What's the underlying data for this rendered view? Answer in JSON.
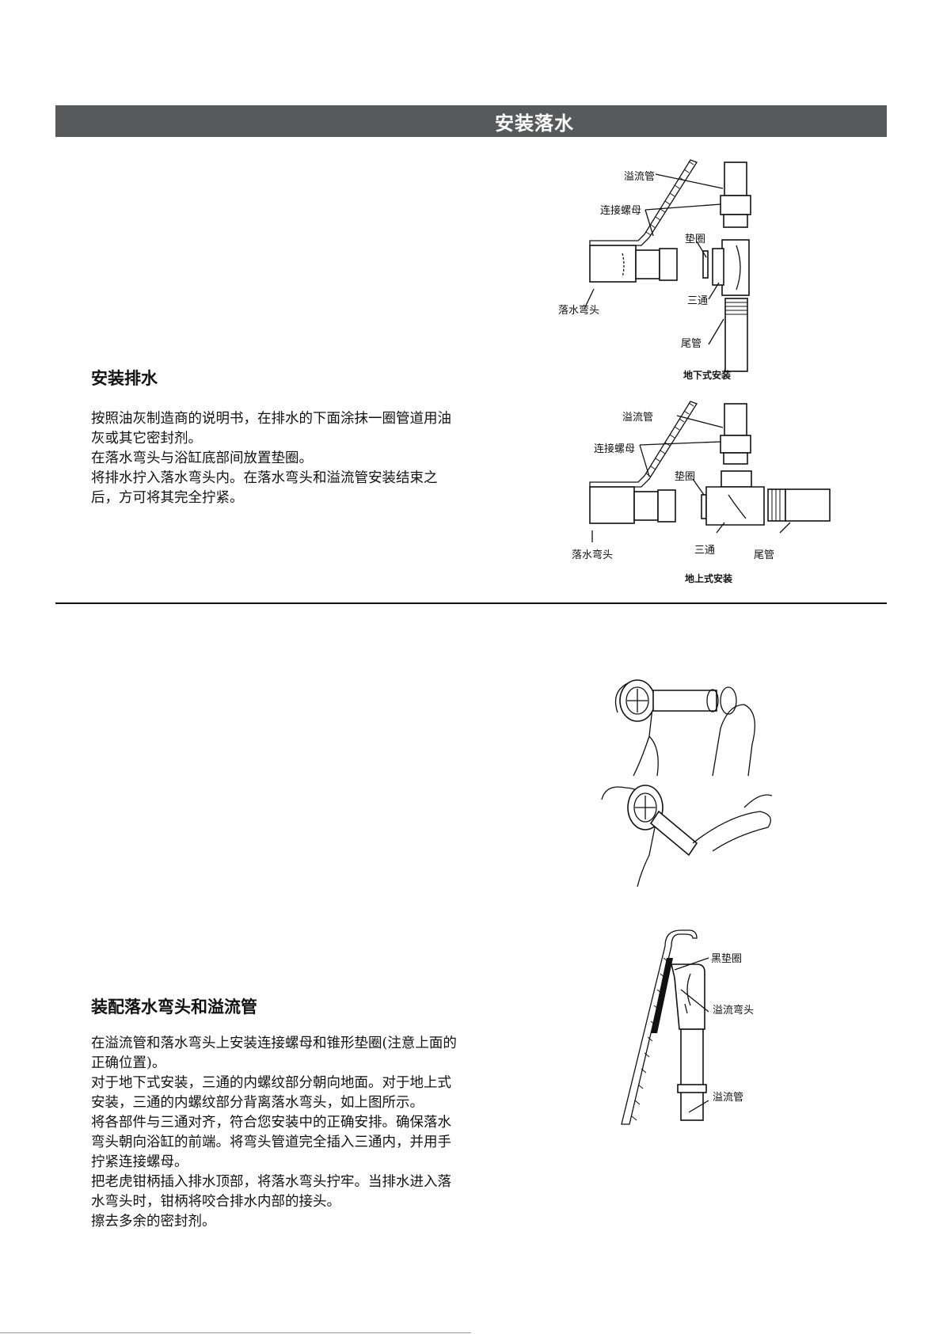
{
  "banner": {
    "title": "安装落水"
  },
  "section1": {
    "heading": "安装排水",
    "paragraphs": [
      "按照油灰制造商的说明书，在排水的下面涂抹一圈管道用油灰或其它密封剂。",
      "在落水弯头与浴缸底部间放置垫圈。",
      "将排水拧入落水弯头内。在落水弯头和溢流管安装结束之后，方可将其完全拧紧。"
    ]
  },
  "diagram_below": {
    "caption": "地下式安装",
    "labels": {
      "overflow_pipe": "溢流管",
      "nut": "连接螺母",
      "gasket": "垫圈",
      "drain_elbow": "落水弯头",
      "tee": "三通",
      "tail_pipe": "尾管"
    }
  },
  "diagram_above": {
    "caption": "地上式安装",
    "labels": {
      "overflow_pipe": "溢流管",
      "nut": "连接螺母",
      "gasket": "垫圈",
      "drain_elbow": "落水弯头",
      "tee": "三通",
      "tail_pipe": "尾管"
    }
  },
  "section2": {
    "heading": "装配落水弯头和溢流管",
    "paragraphs": [
      "在溢流管和落水弯头上安装连接螺母和锥形垫圈(注意上面的正确位置)。",
      "对于地下式安装，三通的内螺纹部分朝向地面。对于地上式安装，三通的内螺纹部分背离落水弯头，如上图所示。",
      "将各部件与三通对齐，符合您安装中的正确安排。确保落水弯头朝向浴缸的前端。将弯头管道完全插入三通内，并用手拧紧连接螺母。",
      "把老虎钳柄插入排水顶部，将落水弯头拧牢。当排水进入落水弯头时，钳柄将咬合排水内部的接头。",
      "擦去多余的密封剂。"
    ]
  },
  "diagram_overflow": {
    "labels": {
      "black_gasket": "黑垫圈",
      "overflow_elbow": "溢流弯头",
      "overflow_pipe": "溢流管"
    }
  }
}
